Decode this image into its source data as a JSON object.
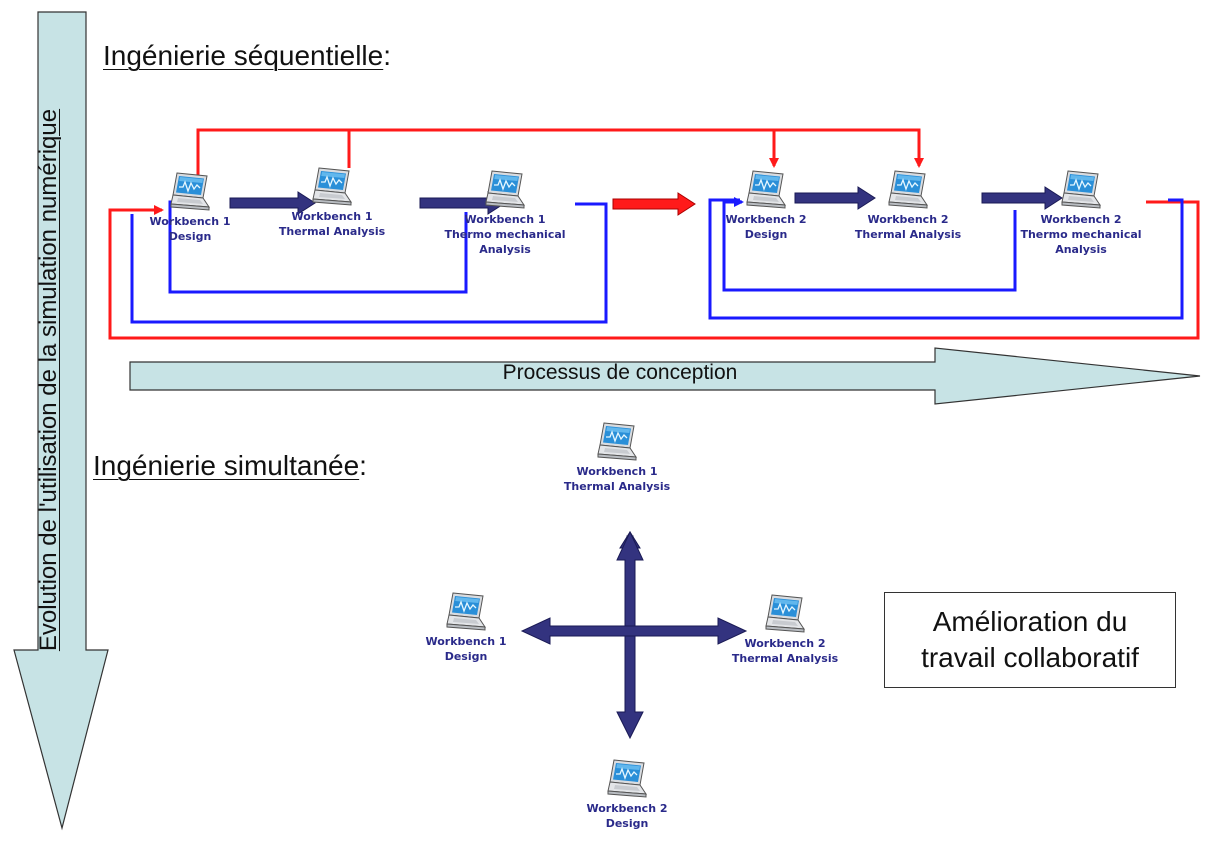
{
  "headings": {
    "sequential_title": "Ingénierie séquentielle",
    "simultaneous_title": "Ingénierie simultanée",
    "colon": ":"
  },
  "vertical_axis_label": "Evolution de l'utilisation de la simulation numérique",
  "process_arrow_label": "Processus de conception",
  "improvement_box": {
    "line1": "Amélioration du",
    "line2": "travail collaboratif"
  },
  "sequential_nodes": [
    {
      "line1": "Workbench 1",
      "line2": "Design",
      "line3": ""
    },
    {
      "line1": "Workbench 1",
      "line2": "Thermal Analysis",
      "line3": ""
    },
    {
      "line1": "Workbench 1",
      "line2": "Thermo mechanical",
      "line3": "Analysis"
    },
    {
      "line1": "Workbench 2",
      "line2": "Design",
      "line3": ""
    },
    {
      "line1": "Workbench 2",
      "line2": "Thermal Analysis",
      "line3": ""
    },
    {
      "line1": "Workbench 2",
      "line2": "Thermo mechanical",
      "line3": "Analysis"
    }
  ],
  "simultaneous_nodes": {
    "top": {
      "line1": "Workbench 1",
      "line2": "Thermal Analysis"
    },
    "left": {
      "line1": "Workbench 1",
      "line2": "Design"
    },
    "right": {
      "line1": "Workbench 2",
      "line2": "Thermal Analysis"
    },
    "bottom": {
      "line1": "Workbench 2",
      "line2": "Design"
    }
  },
  "colors": {
    "feedback_red": "#ff1a1a",
    "feedback_blue": "#1a1aff",
    "flow_navy": "#33337f",
    "process_arrow_fill": "#c7e3e5",
    "node_label": "#2a2a8a"
  },
  "icons": {
    "workstation": "laptop-chart-icon"
  }
}
